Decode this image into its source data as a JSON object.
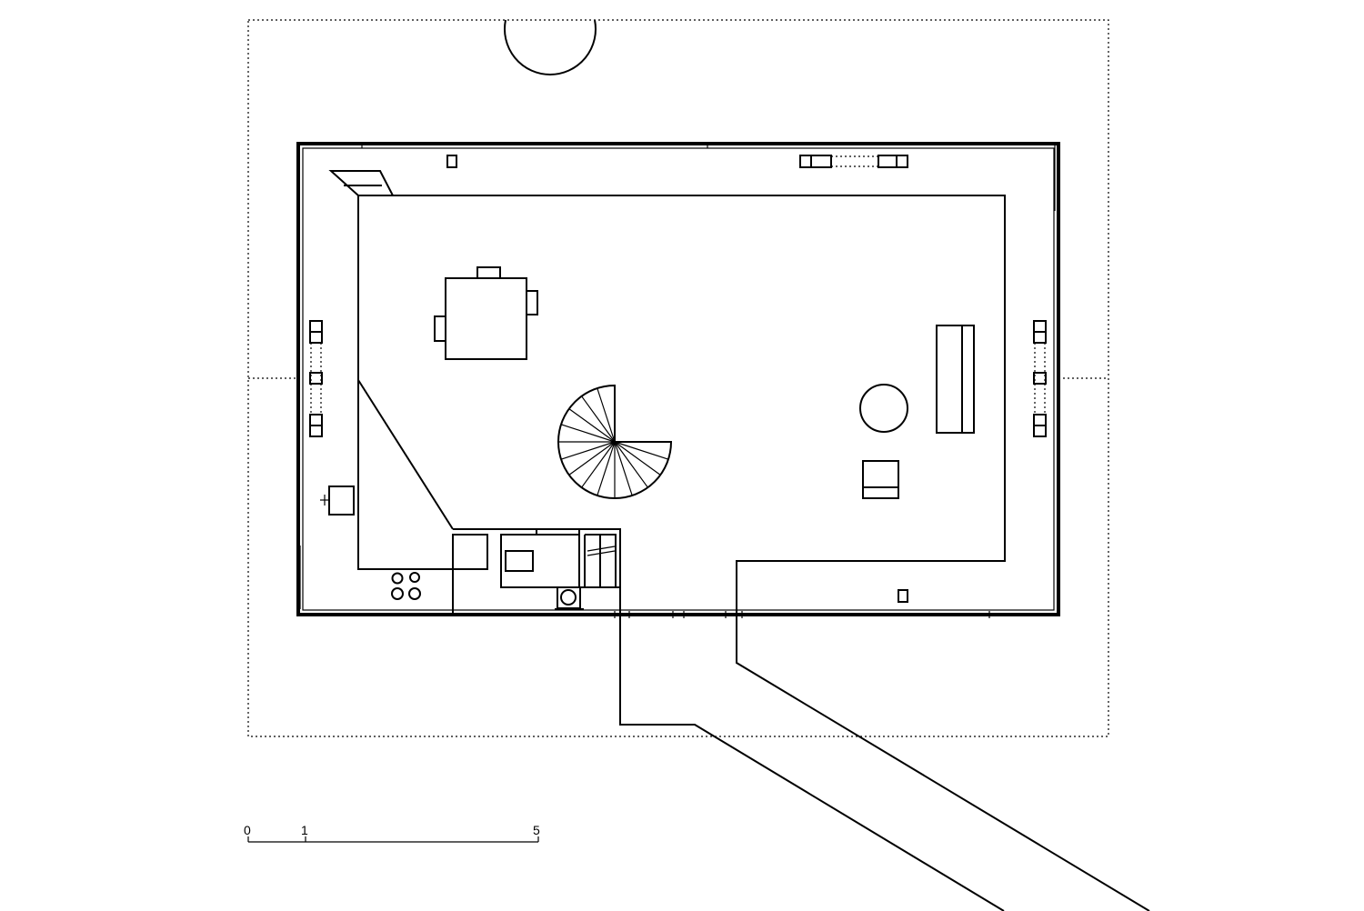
{
  "drawing": {
    "type": "floor-plan",
    "stroke_color": "#000000",
    "background_color": "#ffffff"
  },
  "scale_bar": {
    "label_0": "0",
    "label_1": "1",
    "label_5": "5"
  }
}
